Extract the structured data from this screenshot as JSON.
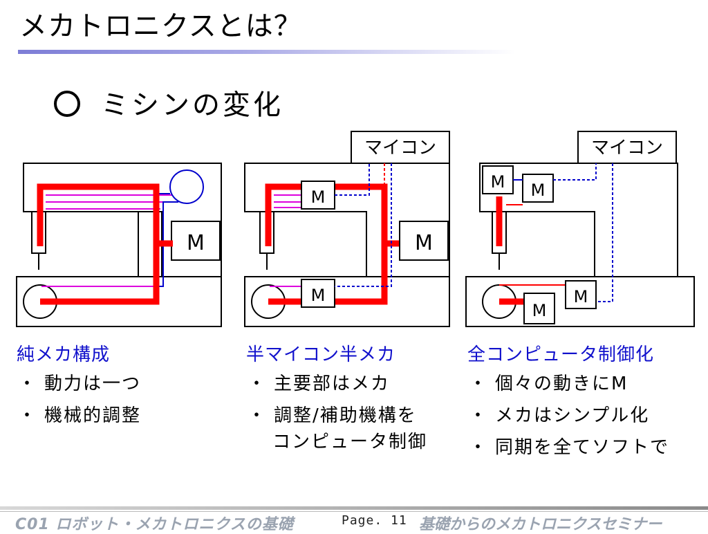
{
  "header": {
    "title": "メカトロニクスとは？",
    "subtitle": "ミシンの変化"
  },
  "diagram": {
    "motor_label": "M",
    "micon_label": "マイコン",
    "colors": {
      "mechanical": "#ff0000",
      "sub_linkage": "#dd00dd",
      "signal": "#0000cc",
      "frame": "#000000"
    }
  },
  "columns": [
    {
      "heading": "純メカ構成",
      "items": [
        "動力は一つ",
        "機械的調整"
      ]
    },
    {
      "heading": "半マイコン半メカ",
      "items": [
        "主要部はメカ",
        "調整/補助機構を"
      ],
      "continuation": "コンピュータ制御"
    },
    {
      "heading": "全コンピュータ制御化",
      "items": [
        "個々の動きにM",
        "メカはシンプル化",
        "同期を全てソフトで"
      ]
    }
  ],
  "bullet": "・",
  "footer": {
    "left": "C01  ロボット・メカトロニクスの基礎",
    "page": "Page. 11",
    "right": "基礎からのメカトロニクスセミナー"
  }
}
